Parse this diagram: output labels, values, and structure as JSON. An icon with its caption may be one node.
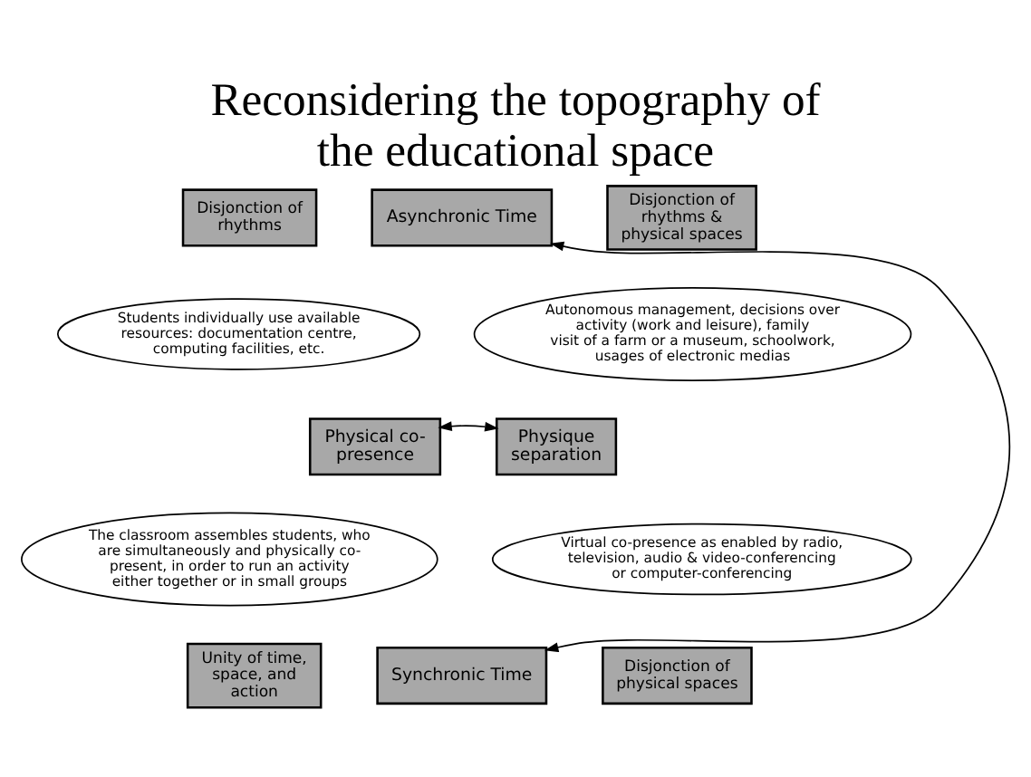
{
  "diagram": {
    "title": "Reconsidering the topography of the educational space",
    "nodes": [
      {
        "text": [
          "Disjonction of rhythms"
        ]
      },
      {
        "text": [
          "Asynchronic Time"
        ]
      },
      {
        "text": [
          "Disjonction of rhythms & physical spaces"
        ]
      },
      {
        "text": [
          "Students individually use available resources: documentation centre, computing facilities, etc."
        ]
      },
      {
        "text": [
          "Autonomous management, decisions over activity (work and leisure), family visit of a farm or a museum, schoolwork, usages of electronic medias"
        ]
      },
      {
        "text": [
          "Physical co-presence"
        ]
      },
      {
        "text": [
          "Physique separation"
        ]
      },
      {
        "text": [
          "The classroom assembles students, who are simultaneously and physically co-present, in order to run an activity either together or in small groups"
        ]
      },
      {
        "text": [
          "Virtual co-presence as enabled by radio, television, audio & video-conferencing or computer-conferencing"
        ]
      },
      {
        "text": [
          "Unity of time, space, and action"
        ]
      },
      {
        "text": [
          "Synchronic Time"
        ]
      },
      {
        "text": [
          "Disjonction of physical spaces"
        ]
      }
    ],
    "edges": [
      {
        "from": 1,
        "to": 10,
        "arrow": "both"
      },
      {
        "from": 5,
        "to": 6,
        "arrow": "both"
      }
    ]
  }
}
